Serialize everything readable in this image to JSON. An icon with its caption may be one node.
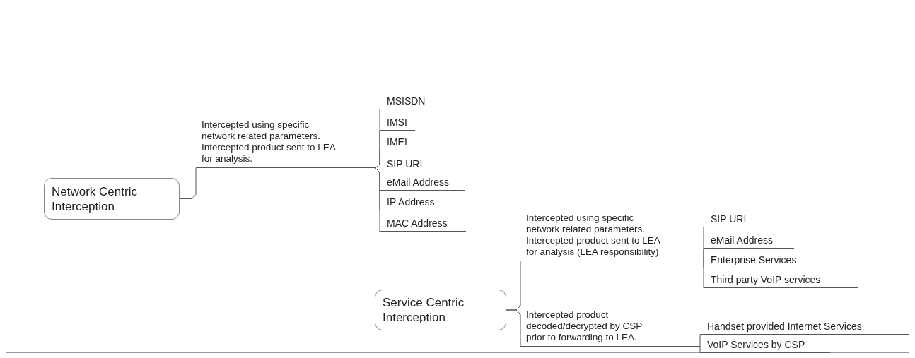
{
  "diagram": {
    "nodes": [
      {
        "text": [
          "Network Centric Interception"
        ]
      },
      {
        "text": [
          "Intercepted using specific network related parameters. Intercepted product sent to LEA for analysis."
        ]
      },
      {
        "text": [
          "MSISDN"
        ]
      },
      {
        "text": [
          "IMSI"
        ]
      },
      {
        "text": [
          "IMEI"
        ]
      },
      {
        "text": [
          "SIP URI"
        ]
      },
      {
        "text": [
          "eMail Address"
        ]
      },
      {
        "text": [
          "IP Address"
        ]
      },
      {
        "text": [
          "MAC Address"
        ]
      },
      {
        "text": [
          "Service Centric Interception"
        ]
      },
      {
        "text": [
          "Intercepted using specific network related parameters. Intercepted product sent to LEA for analysis (LEA responsibility)"
        ]
      },
      {
        "text": [
          "SIP URI"
        ]
      },
      {
        "text": [
          "eMail Address"
        ]
      },
      {
        "text": [
          "Enterprise Services"
        ]
      },
      {
        "text": [
          "Third party VoIP services"
        ]
      },
      {
        "text": [
          "Intercepted product decoded/decrypted by CSP prior to forwarding to LEA."
        ]
      },
      {
        "text": [
          "Handset provided Internet Services"
        ]
      },
      {
        "text": [
          "VoIP Services by CSP"
        ]
      }
    ],
    "edges": [
      {
        "from": 0,
        "to": 1,
        "arrow": "none"
      },
      {
        "from": 1,
        "to": 2,
        "arrow": "none"
      },
      {
        "from": 1,
        "to": 3,
        "arrow": "none"
      },
      {
        "from": 1,
        "to": 4,
        "arrow": "none"
      },
      {
        "from": 1,
        "to": 5,
        "arrow": "none"
      },
      {
        "from": 1,
        "to": 6,
        "arrow": "none"
      },
      {
        "from": 1,
        "to": 7,
        "arrow": "none"
      },
      {
        "from": 1,
        "to": 8,
        "arrow": "none"
      },
      {
        "from": 9,
        "to": 10,
        "arrow": "none"
      },
      {
        "from": 10,
        "to": 11,
        "arrow": "none"
      },
      {
        "from": 10,
        "to": 12,
        "arrow": "none"
      },
      {
        "from": 10,
        "to": 13,
        "arrow": "none"
      },
      {
        "from": 10,
        "to": 14,
        "arrow": "none"
      },
      {
        "from": 9,
        "to": 15,
        "arrow": "none"
      },
      {
        "from": 15,
        "to": 16,
        "arrow": "none"
      },
      {
        "from": 15,
        "to": 17,
        "arrow": "none"
      }
    ]
  }
}
